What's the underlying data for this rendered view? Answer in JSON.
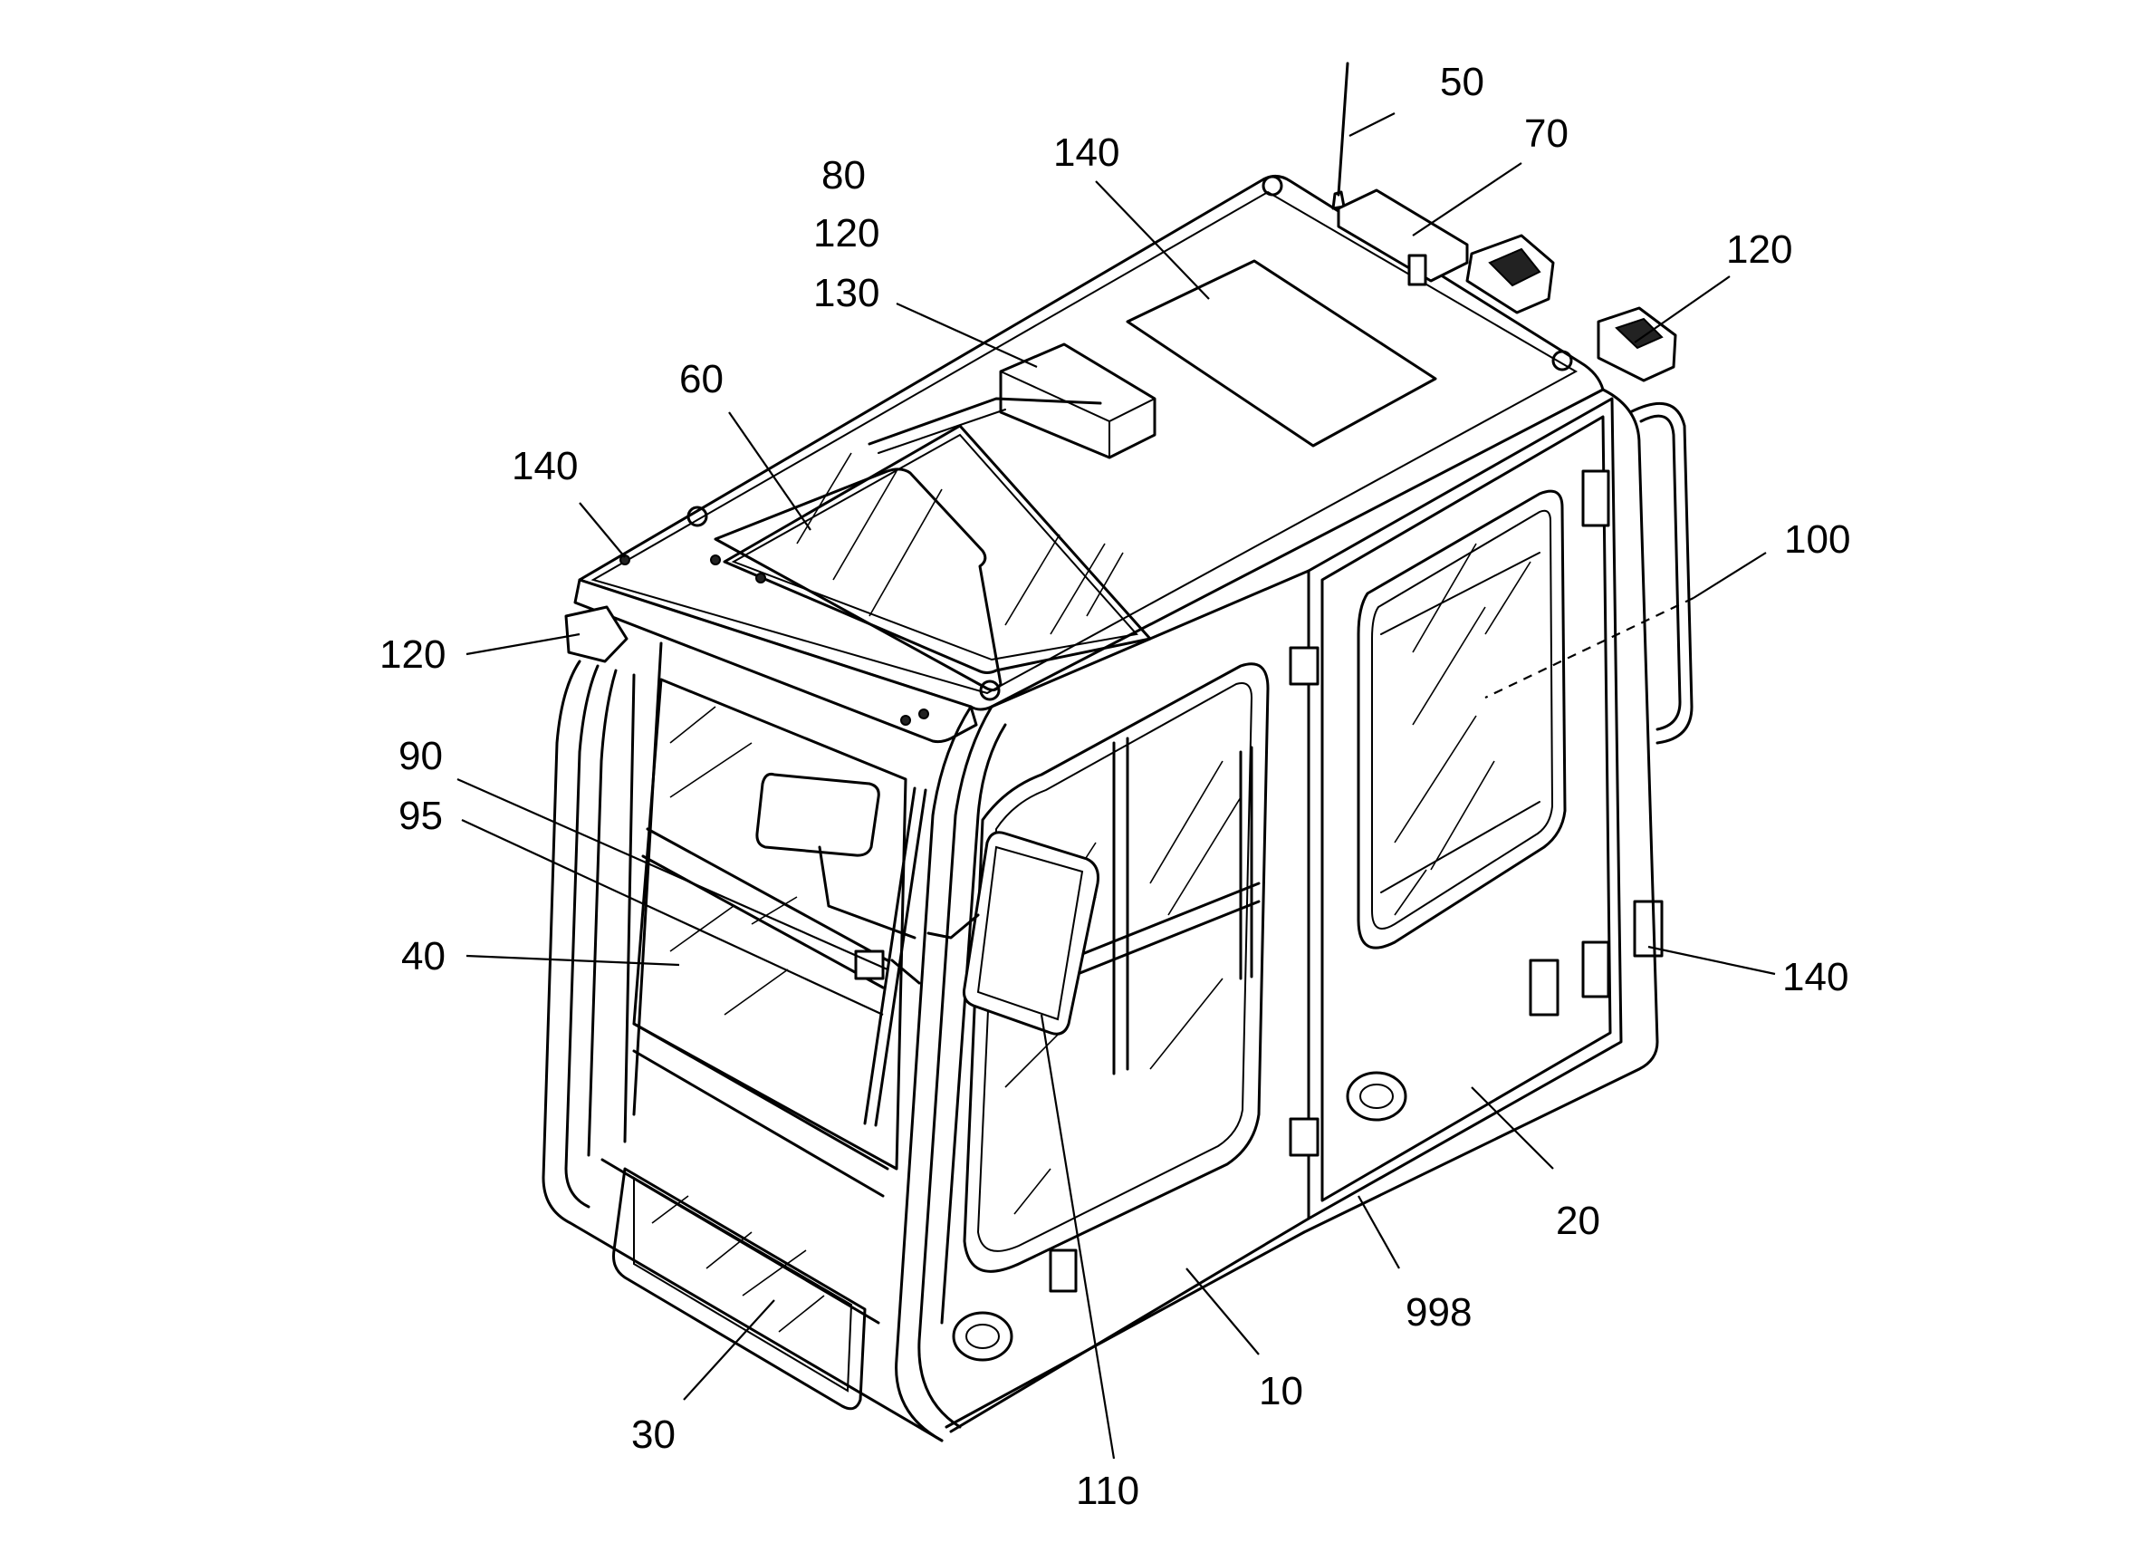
{
  "labels": {
    "n50": "50",
    "n70": "70",
    "n140_top": "140",
    "n80": "80",
    "n120_a": "120",
    "n130": "130",
    "n120_right": "120",
    "n60": "60",
    "n140_left": "140",
    "n100": "100",
    "n120_left": "120",
    "n90": "90",
    "n95": "95",
    "n40": "40",
    "n140_right": "140",
    "n20": "20",
    "n998": "998",
    "n10": "10",
    "n30": "30",
    "n110": "110"
  }
}
